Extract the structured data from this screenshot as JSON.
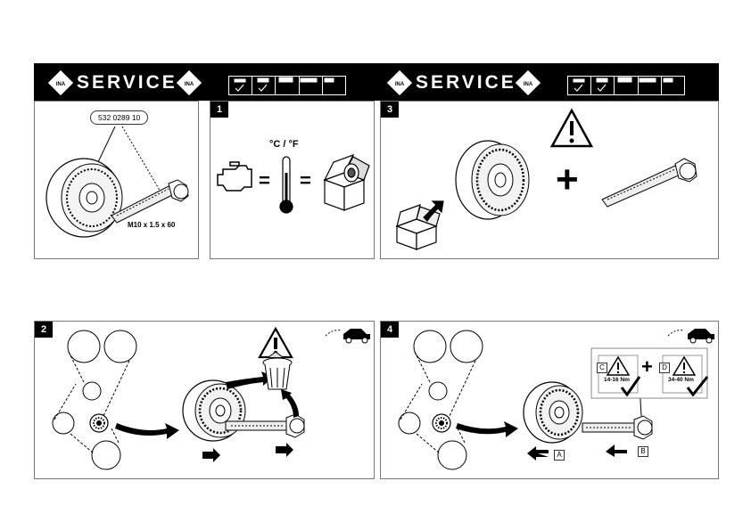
{
  "header": {
    "service_label": "SERVICE",
    "logo_text": "INA",
    "colors": {
      "banner": "#000000",
      "text": "#ffffff"
    }
  },
  "panel_intro": {
    "part_number": "532 0289 10",
    "bolt_spec": "M10 x 1.5 x 60"
  },
  "panel_1": {
    "step": "1",
    "temperature_label": "°C / °F",
    "equals_1": "=",
    "equals_2": "=",
    "icons": [
      "engine-icon",
      "thermometer-icon",
      "open-box-icon"
    ]
  },
  "panel_3": {
    "step": "3",
    "plus": "+",
    "icons": [
      "open-box-icon",
      "warning-icon",
      "pulley-icon",
      "bolt-icon"
    ]
  },
  "panel_2": {
    "step": "2",
    "icons": [
      "belt-drive-icon",
      "pulley-icon",
      "bolt-icon",
      "warning-icon",
      "trash-bin-icon",
      "car-icon"
    ]
  },
  "panel_4": {
    "step": "4",
    "label_a": "A",
    "label_b": "B",
    "label_c": "C",
    "label_d": "D",
    "torque_c": "14-16 Nm",
    "torque_d": "34-40 Nm",
    "plus": "+",
    "icons": [
      "belt-drive-icon",
      "pulley-icon",
      "bolt-icon",
      "warning-icon",
      "check-icon",
      "car-icon"
    ]
  }
}
